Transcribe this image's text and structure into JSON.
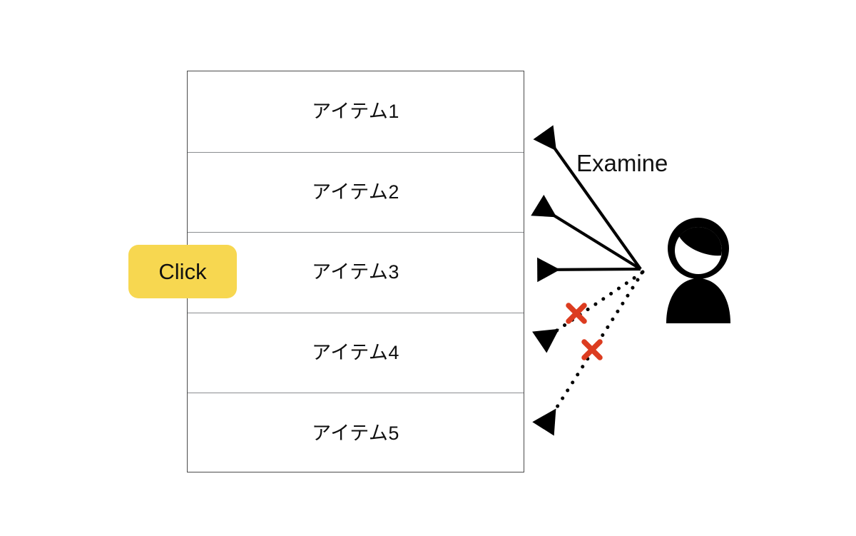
{
  "diagram": {
    "title": "List item click and examine diagram",
    "background_color": "#ffffff"
  },
  "list": {
    "name": "item-list",
    "rows": [
      {
        "label": "アイテム1"
      },
      {
        "label": "アイテム2"
      },
      {
        "label": "アイテム3"
      },
      {
        "label": "アイテム4"
      },
      {
        "label": "アイテム5"
      }
    ],
    "border_color": "#4b4b4b",
    "divider_color": "#8a8d90"
  },
  "click_badge": {
    "label": "Click",
    "background_color": "#f7d750",
    "text_color": "#111111",
    "target_row": "アイテム3"
  },
  "annotation": {
    "examine_label": "Examine",
    "arrow_color": "#000000",
    "blocked_marker_color": "#dc3c20",
    "blocked_marker_glyph": "x-mark"
  },
  "actor": {
    "icon": "person-icon",
    "color": "#000000"
  },
  "arrows": [
    {
      "name": "examine-arrow-item1",
      "style": "solid",
      "target": "アイテム1",
      "blocked": false
    },
    {
      "name": "examine-arrow-item2",
      "style": "solid",
      "target": "アイテム2",
      "blocked": false
    },
    {
      "name": "examine-arrow-item3",
      "style": "solid",
      "target": "アイテム3",
      "blocked": false
    },
    {
      "name": "examine-arrow-item4",
      "style": "dotted",
      "target": "アイテム4",
      "blocked": true
    },
    {
      "name": "examine-arrow-item5",
      "style": "dotted",
      "target": "アイテム5",
      "blocked": true
    }
  ]
}
